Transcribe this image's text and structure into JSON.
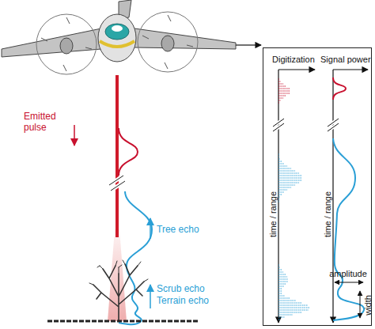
{
  "diagram": {
    "nodes": [
      {
        "text": [
          "Digitization",
          "Signal power",
          "time / range",
          "time / range",
          "amplitude",
          "width"
        ]
      }
    ],
    "labels": [
      "Emitted pulse",
      "Tree echo",
      "Scrub echo",
      "Terrain echo"
    ]
  }
}
